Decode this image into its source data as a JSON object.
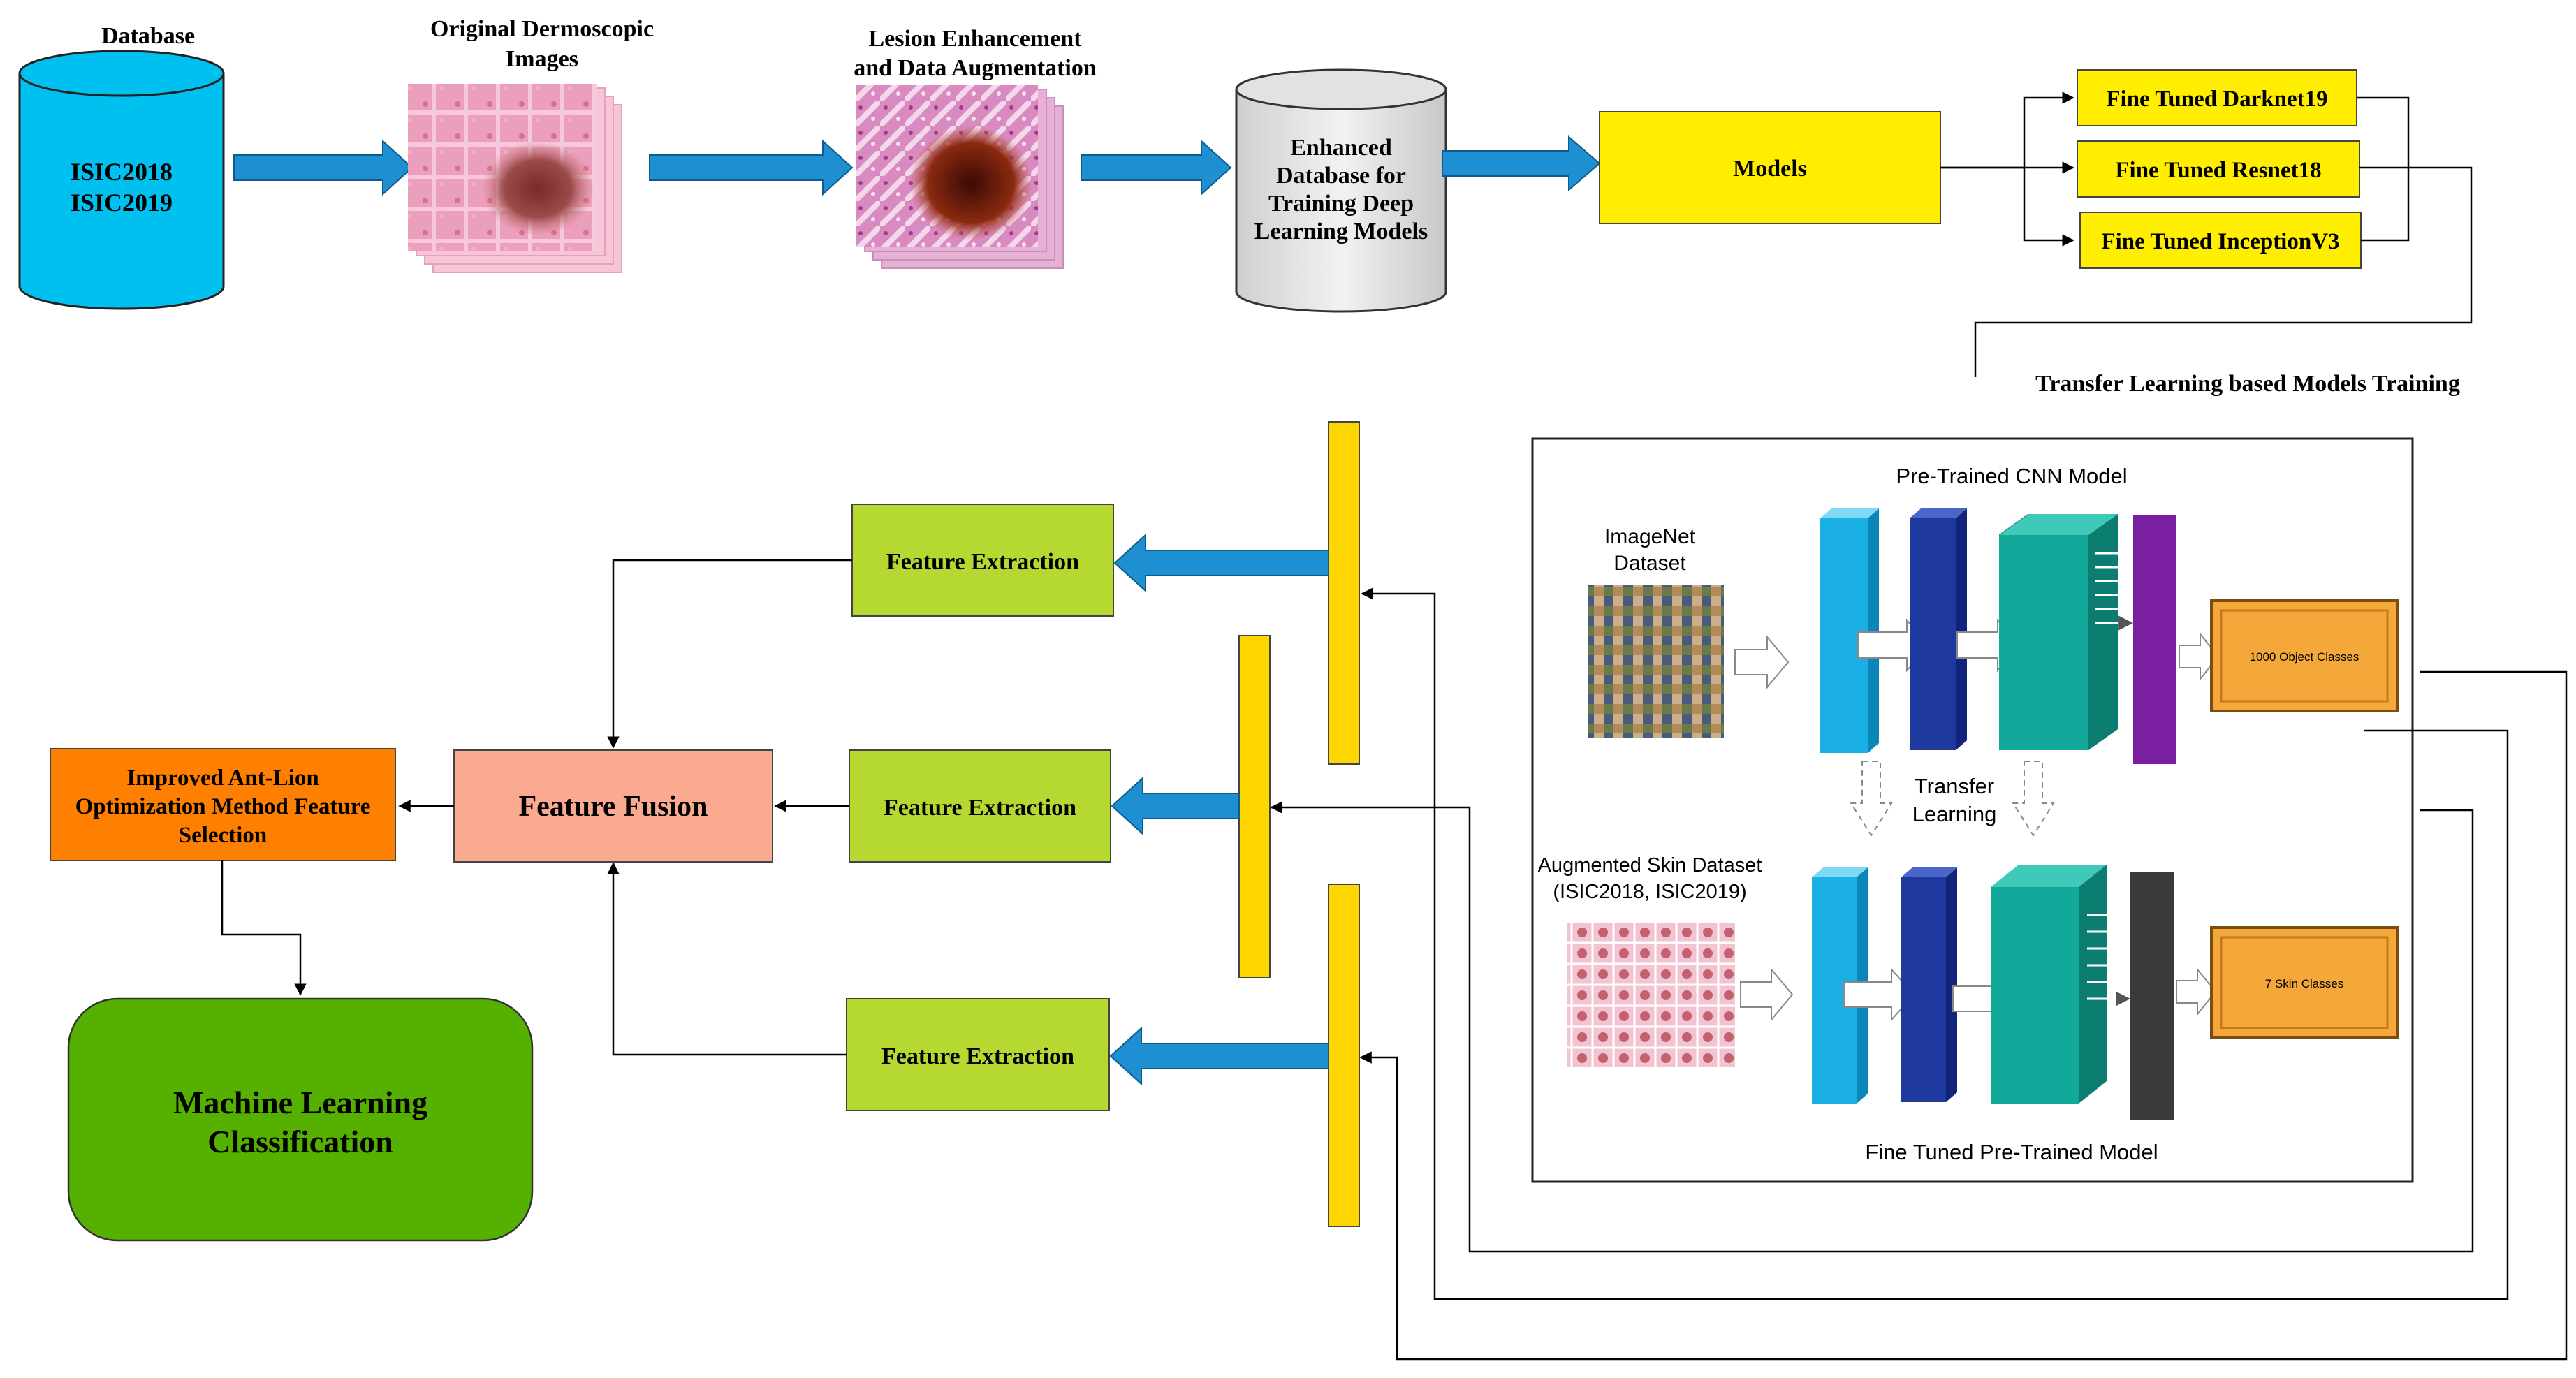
{
  "database": {
    "title": "Database",
    "lines": [
      "ISIC2018",
      "ISIC2019"
    ]
  },
  "original_images": {
    "title_lines": [
      "Original Dermoscopic",
      "Images"
    ]
  },
  "enhancement": {
    "title_lines": [
      "Lesion Enhancement",
      "and Data Augmentation"
    ]
  },
  "enhanced_db": {
    "lines": [
      "Enhanced",
      "Database for",
      "Training Deep",
      "Learning Models"
    ]
  },
  "models": {
    "label": "Models"
  },
  "fine_tuned": [
    {
      "label": "Fine Tuned Darknet19"
    },
    {
      "label": "Fine Tuned Resnet18"
    },
    {
      "label": "Fine Tuned InceptionV3"
    }
  ],
  "transfer_section": {
    "title": "Transfer Learning based Models Training",
    "pretrained_title": "Pre-Trained CNN Model",
    "imagenet_lines": [
      "ImageNet",
      "Dataset"
    ],
    "transfer_lines": [
      "Transfer",
      "Learning"
    ],
    "augmented_lines": [
      "Augmented Skin Dataset",
      "(ISIC2018, ISIC2019)"
    ],
    "classes_top": "1000 Object Classes",
    "classes_bottom": "7 Skin Classes",
    "finetuned_title": "Fine Tuned Pre-Trained Model"
  },
  "feature_extraction": [
    "Feature Extraction",
    "Feature Extraction",
    "Feature Extraction"
  ],
  "feature_fusion": "Feature Fusion",
  "selection_lines": [
    "Improved Ant-Lion",
    "Optimization Method Feature",
    "Selection"
  ],
  "classification_lines": [
    "Machine Learning",
    "Classification"
  ],
  "colors": {
    "cyan": "#00C0F0",
    "arrow_blue": "#1E8FD0",
    "yellow": "#FFEE00",
    "feature_vector_yellow": "#FFD700",
    "lime": "#B5D930",
    "salmon": "#FAAA90",
    "orange": "#FF8000",
    "green": "#55B000",
    "teal": "#12A898",
    "navy": "#1E2E90",
    "purple": "#7A1FA0",
    "class_orange": "#F5A83A"
  }
}
